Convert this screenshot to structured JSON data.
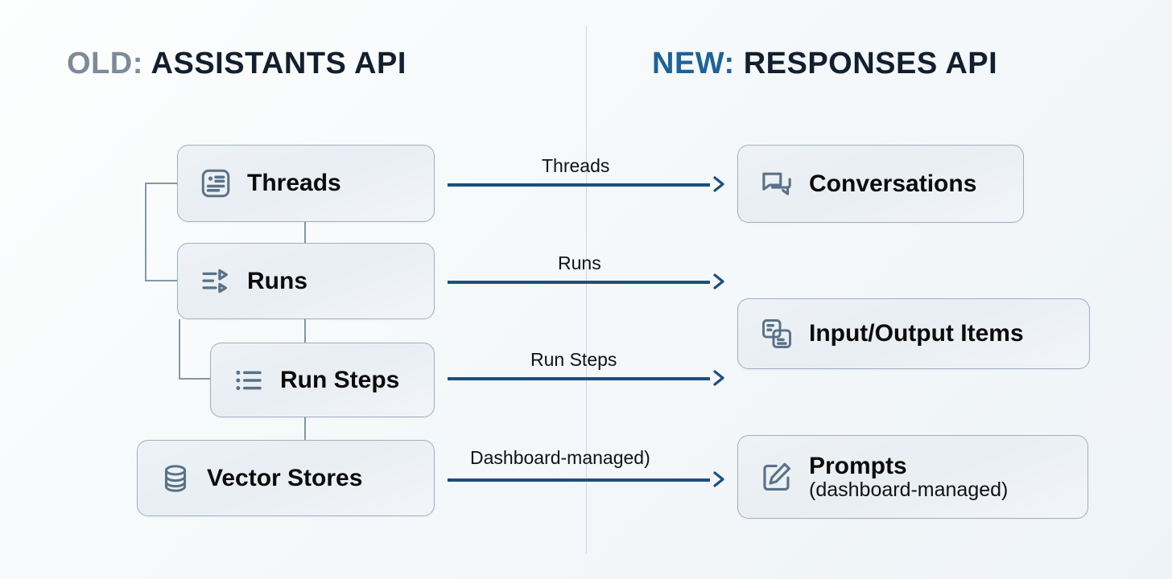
{
  "headings": {
    "left": {
      "prefix": "OLD:",
      "main": "ASSISTANTS API",
      "prefix_color": "#7c8a99",
      "main_color": "#121f2e"
    },
    "right": {
      "prefix": "NEW:",
      "main": "RESPONSES API",
      "prefix_color": "#1d6399",
      "main_color": "#121f2e"
    }
  },
  "colors": {
    "box_border": "#9fb0c0",
    "box_fill": "#eef2f6",
    "connector": "#8497a8",
    "arrow": "#1b4f7e",
    "divider": "#cfd9e2",
    "background": "#f4f8fa"
  },
  "left_column": {
    "nodes": [
      {
        "id": "threads",
        "label": "Threads",
        "icon": "contact-card-icon"
      },
      {
        "id": "runs",
        "label": "Runs",
        "icon": "list-play-icon"
      },
      {
        "id": "run-steps",
        "label": "Run Steps",
        "icon": "bulleted-list-icon"
      },
      {
        "id": "vector-stores",
        "label": "Vector Stores",
        "icon": "database-icon"
      }
    ]
  },
  "right_column": {
    "nodes": [
      {
        "id": "conversations",
        "label": "Conversations",
        "sub": "",
        "icon": "chat-bubbles-icon"
      },
      {
        "id": "input-output-items",
        "label": "Input/Output Items",
        "sub": "",
        "icon": "copy-documents-icon"
      },
      {
        "id": "prompts",
        "label": "Prompts",
        "sub": "(dashboard-managed)",
        "icon": "edit-pencil-square-icon"
      }
    ]
  },
  "mappings": [
    {
      "label": "Threads",
      "from": "threads",
      "to": "conversations"
    },
    {
      "label": "Runs",
      "from": "runs",
      "to": "input-output-items"
    },
    {
      "label": "Run Steps",
      "from": "run-steps",
      "to": "input-output-items"
    },
    {
      "label": "Dashboard-managed)",
      "from": "vector-stores",
      "to": "prompts"
    }
  ]
}
